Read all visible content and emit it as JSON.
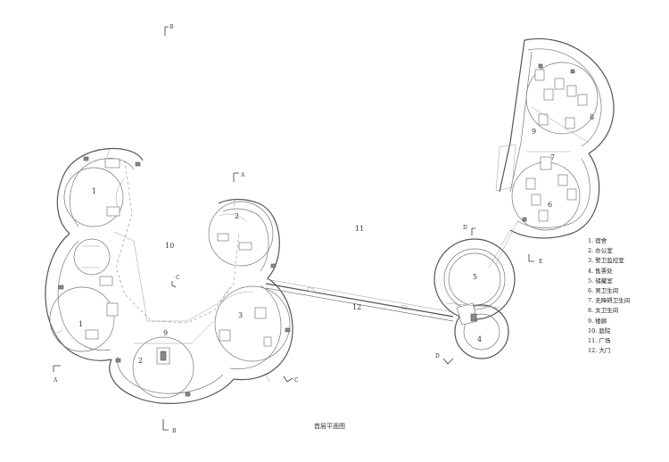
{
  "room_labels": [
    "1",
    "1",
    "2",
    "2",
    "3",
    "9",
    "10",
    "11",
    "12",
    "5",
    "4",
    "9",
    "8",
    "7",
    "6"
  ],
  "section_labels": [
    "B",
    "B",
    "A",
    "A",
    "C",
    "C",
    "D",
    "D",
    "E"
  ],
  "legend": [
    "1. 宿舍",
    "2. 办公室",
    "3. 警卫监控室",
    "4. 售票处",
    "5. 储藏室",
    "6. 男卫生间",
    "7. 无障碍卫生间",
    "8. 女卫生间",
    "9. 楼廊",
    "10. 庭院",
    "11. 广场",
    "12. 大门"
  ],
  "caption": "首层平面图"
}
